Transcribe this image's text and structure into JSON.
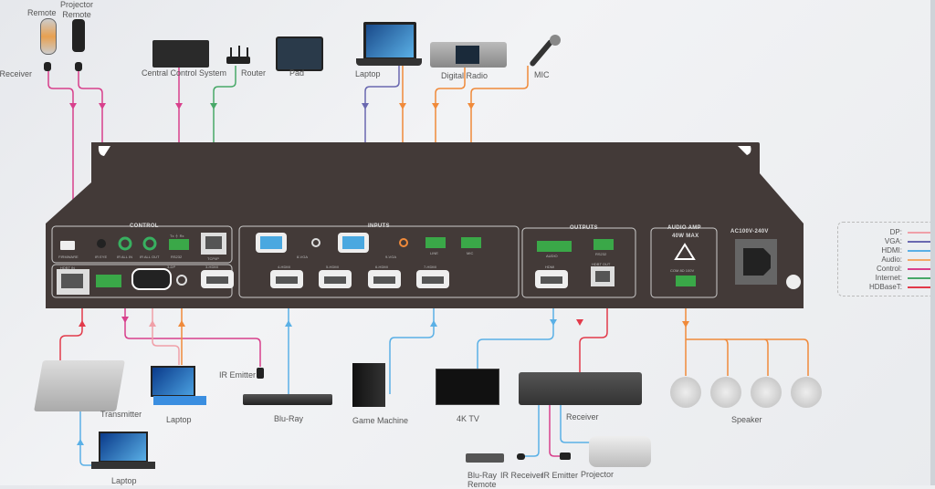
{
  "diagram": {
    "top_devices": {
      "remote": "Remote",
      "projector_remote": "Projector\nRemote",
      "ir_receiver": "IR Receiver",
      "central_control": "Central Control System",
      "router": "Router",
      "pad": "Pad",
      "laptop": "Laptop",
      "digital_radio": "Digital Radio",
      "mic": "MIC"
    },
    "bottom_devices": {
      "transmitter": "Transmitter",
      "laptop_surface": "Laptop",
      "laptop_bottom": "Laptop",
      "ir_emitter": "IR Emitter",
      "bluray": "Blu-Ray",
      "game_machine": "Game Machine",
      "tv": "4K TV",
      "receiver": "Receiver",
      "bluray_remote": "Blu-Ray\nRemote",
      "ir_receiver2": "IR Receiver",
      "ir_emitter2": "IR Emitter",
      "projector": "Projector",
      "speaker": "Speaker"
    },
    "panel": {
      "control": "CONTROL",
      "inputs": "INPUTS",
      "outputs": "OUTPUTS",
      "audio_amp": "AUDIO AMP",
      "amp_power": "40W MAX",
      "power": "AC100V-240V",
      "firmware": "FIRMWARE",
      "ir_eye": "IR EYE",
      "ir_all_in": "IR ALL IN",
      "ir_all_out": "IR ALL OUT",
      "rs232": "RS232",
      "txrx": "Tx ⏚ Rx",
      "tcpip": "TCP/IP",
      "hdbt_in": "HDBT IN",
      "dp": "3-DP",
      "hdmi1": "3-HDMI",
      "hdmi4": "4-HDMI",
      "hdmi5": "5-HDMI",
      "hdmi6": "6-HDMI",
      "hdmi7": "7-HDMI",
      "vga8": "8-VGA",
      "vga9": "9-VGA",
      "line": "LINE",
      "mic": "MIC",
      "audio": "AUDIO",
      "hdmi_out": "HDMI",
      "hdbt_out": "HDBT OUT",
      "amp_terms": "COM  8Ω  100V"
    },
    "legend": [
      {
        "label": "DP:",
        "color": "#f0a0a8"
      },
      {
        "label": "VGA:",
        "color": "#6a68b0"
      },
      {
        "label": "HDMI:",
        "color": "#5ab0e6"
      },
      {
        "label": "Audio:",
        "color": "#f3a868"
      },
      {
        "label": "Control:",
        "color": "#d8408c"
      },
      {
        "label": "Internet:",
        "color": "#48a868"
      },
      {
        "label": "HDBaseT:",
        "color": "#e23a4a"
      }
    ]
  }
}
